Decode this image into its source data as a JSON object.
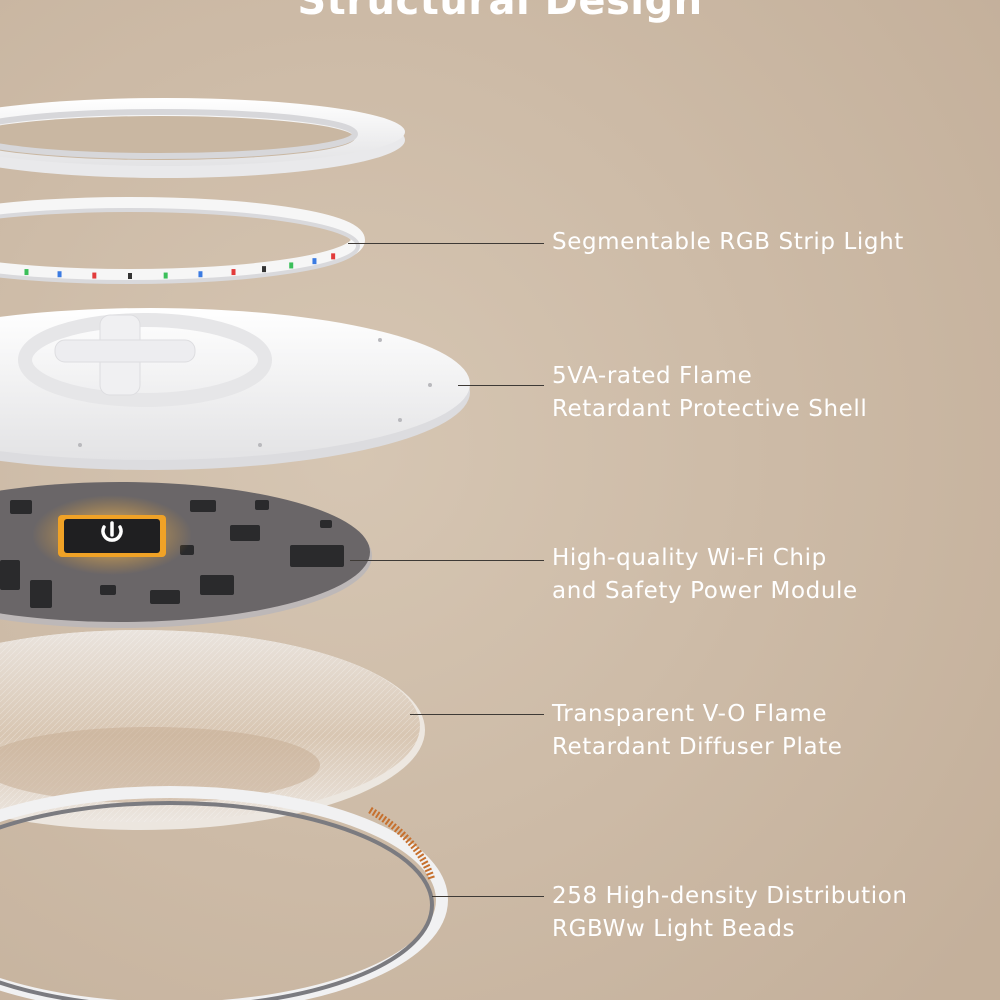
{
  "title": "Structural Design",
  "colors": {
    "background": "#c9b7a2",
    "text": "#ffffff",
    "leader_line": "#3e3a36",
    "pcb": "#6a6668",
    "chip_glow": "#f0a226",
    "white_parts": "#f4f4f4"
  },
  "icons": {
    "chip_logo": "power-swirl-logo"
  },
  "components": [
    {
      "id": "strip",
      "lines": [
        "Segmentable RGB Strip Light"
      ]
    },
    {
      "id": "shell",
      "lines": [
        "5VA-rated Flame",
        "Retardant Protective Shell"
      ]
    },
    {
      "id": "chip",
      "lines": [
        "High-quality Wi-Fi Chip",
        "and Safety Power Module"
      ]
    },
    {
      "id": "diffuser",
      "lines": [
        "Transparent V-O Flame",
        "Retardant Diffuser Plate"
      ]
    },
    {
      "id": "beads",
      "lines": [
        "258 High-density Distribution",
        "RGBWw Light Beads"
      ]
    }
  ]
}
